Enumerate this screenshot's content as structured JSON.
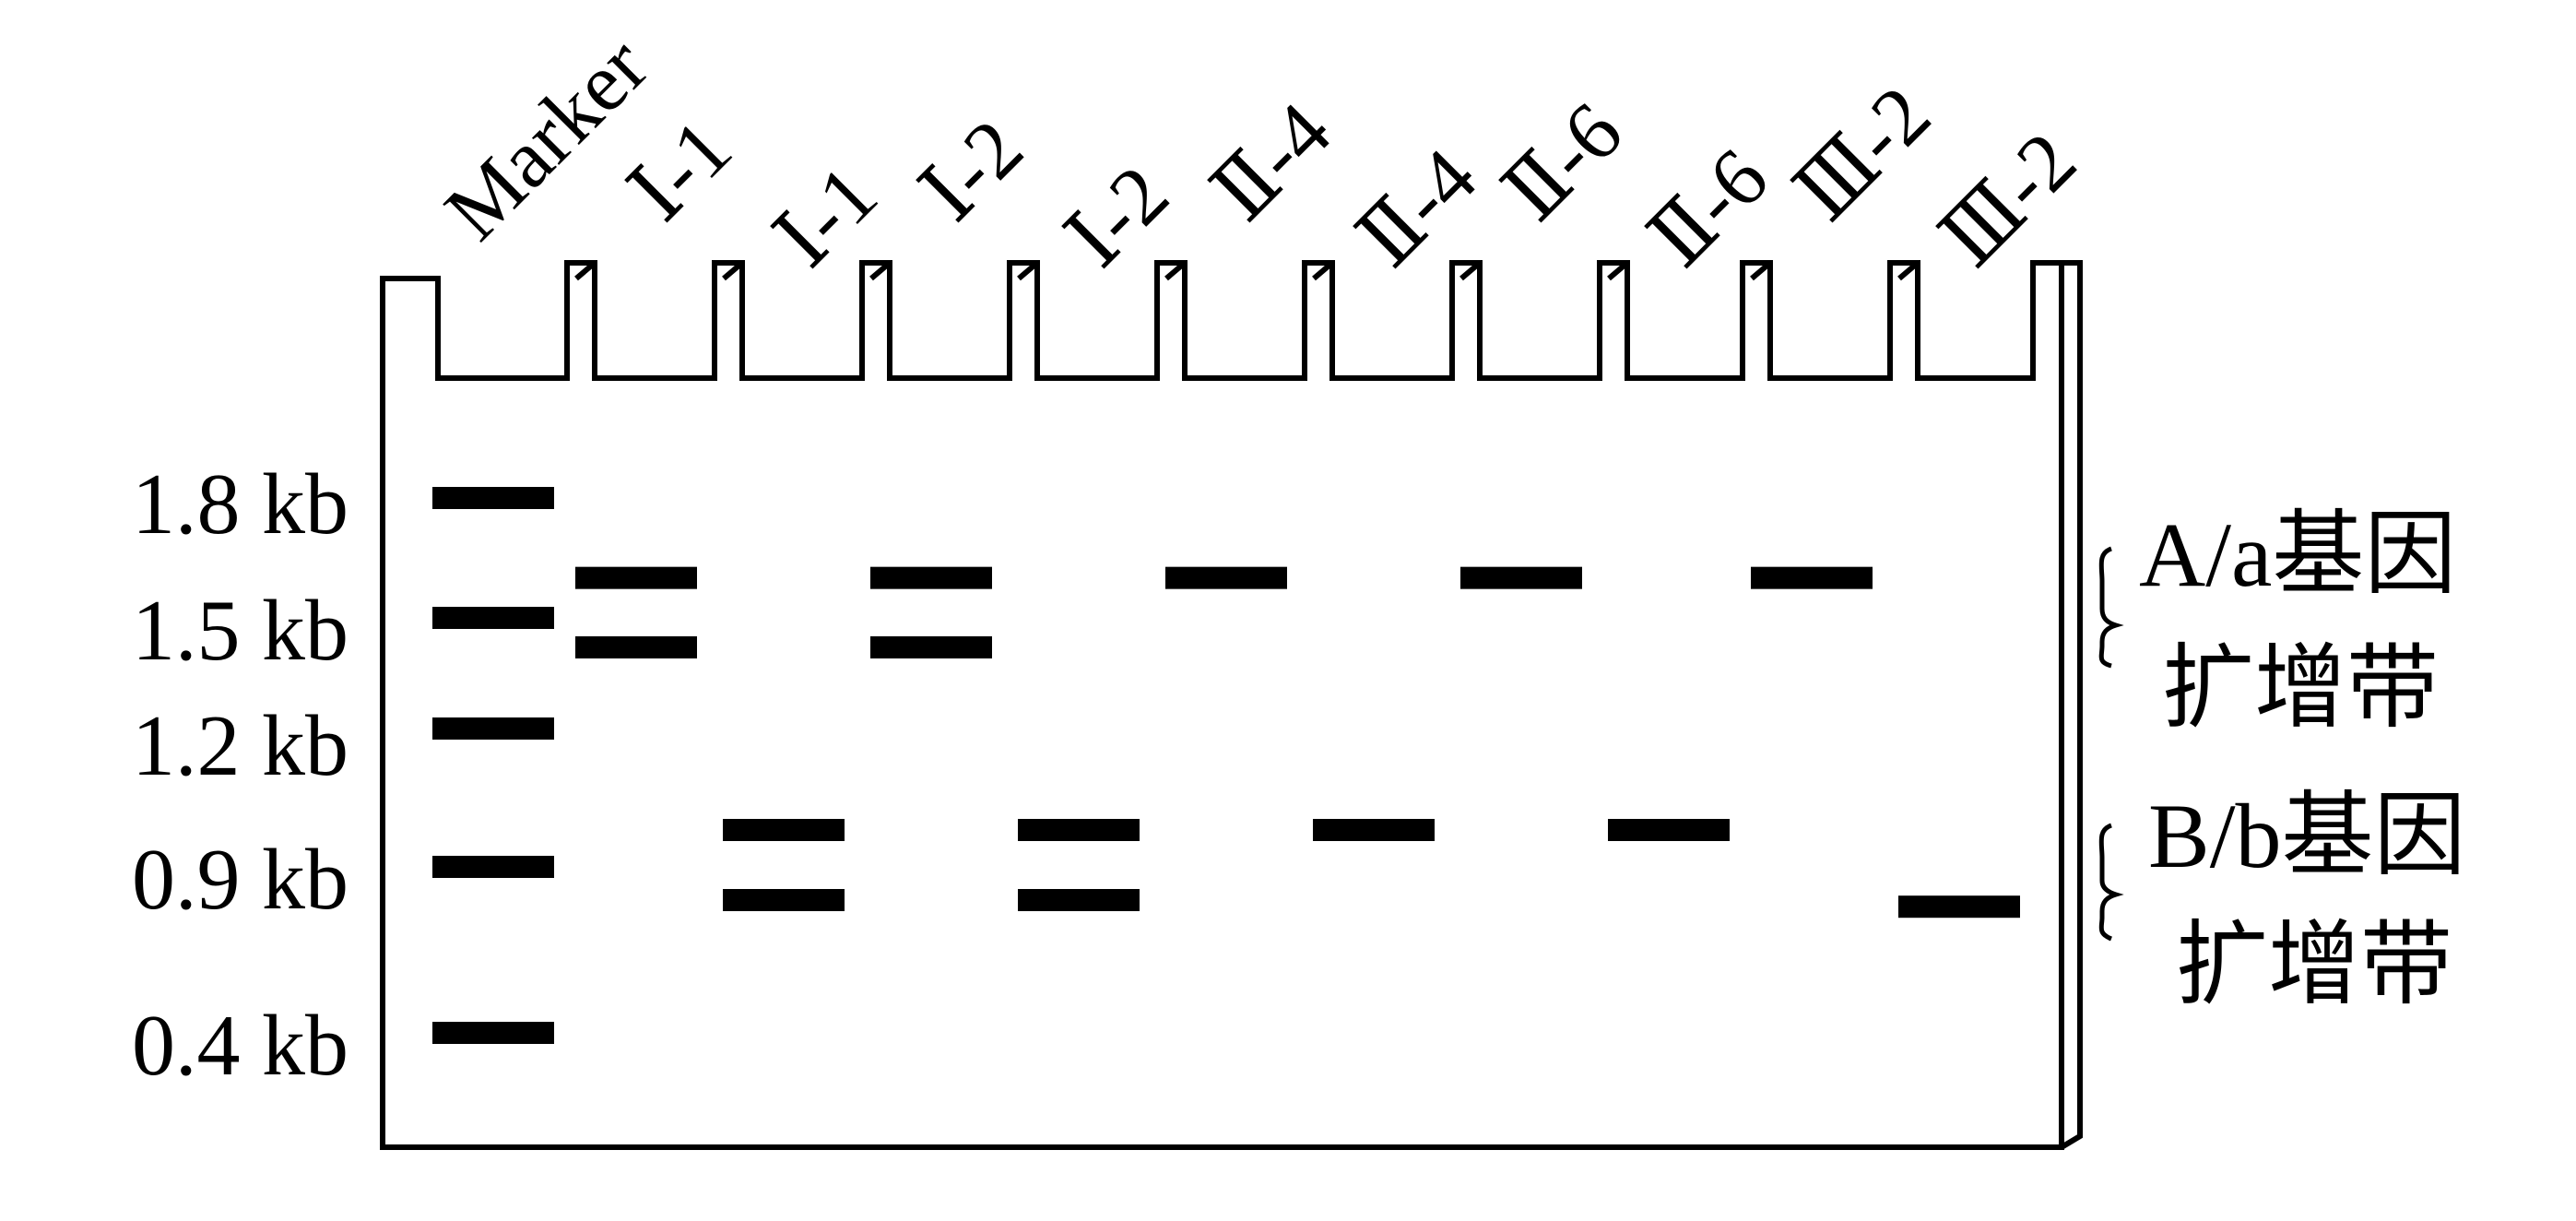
{
  "marker": {
    "label": "Marker",
    "sizes": [
      "1.8 kb",
      "1.5 kb",
      "1.2 kb",
      "0.9 kb",
      "0.4 kb"
    ]
  },
  "lanes": [
    {
      "label": "Ⅰ-1"
    },
    {
      "label": "Ⅰ-1"
    },
    {
      "label": "Ⅰ-2"
    },
    {
      "label": "Ⅰ-2"
    },
    {
      "label": "Ⅱ-4"
    },
    {
      "label": "Ⅱ-4"
    },
    {
      "label": "Ⅱ-6"
    },
    {
      "label": "Ⅱ-6"
    },
    {
      "label": "Ⅲ-2"
    },
    {
      "label": "Ⅲ-2"
    }
  ],
  "groups": {
    "aa": {
      "line1": "A/a基因",
      "line2": "扩增带"
    },
    "bb": {
      "line1": "B/b基因",
      "line2": "扩增带"
    }
  },
  "bands": {
    "marker_kb": [
      1.8,
      1.5,
      1.2,
      0.9,
      0.4
    ],
    "lanes_kb": [
      [
        1.6,
        1.42
      ],
      [
        0.98,
        0.8
      ],
      [
        1.6,
        1.42
      ],
      [
        0.98,
        0.8
      ],
      [
        1.6
      ],
      [
        0.98
      ],
      [
        1.6
      ],
      [
        0.98
      ],
      [
        1.6
      ],
      [
        0.78
      ]
    ]
  },
  "colors": {
    "ink": "#000000",
    "background": "#ffffff"
  }
}
